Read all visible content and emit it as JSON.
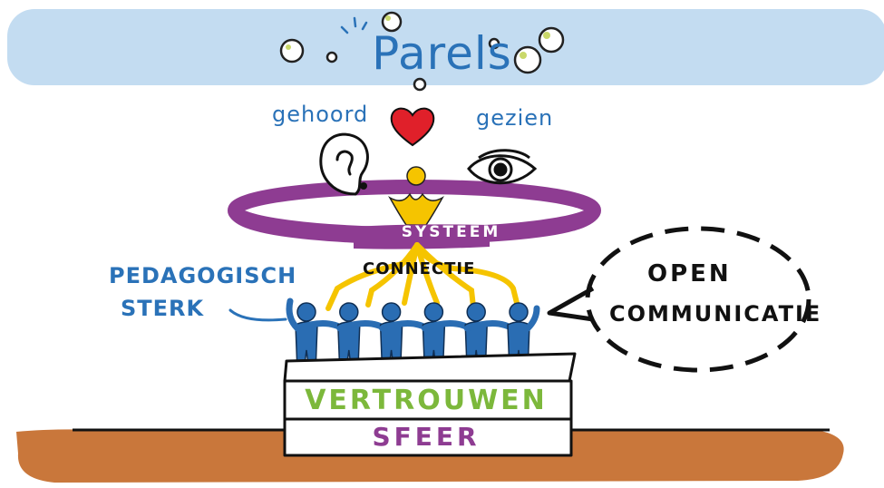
{
  "title": "Parels",
  "labels": {
    "heard": "gehoord",
    "seen": "gezien",
    "system": "SYSTEEM",
    "connection": "CONNECTIE",
    "pedagogic_line1": "PEDAGOGISCH",
    "pedagogic_line2": "STERK",
    "open_line1": "OPEN",
    "open_line2": "COMMUNICATIE",
    "trust": "VERTROUWEN",
    "atmosphere": "SFEER"
  },
  "colors": {
    "banner": "#c3dcf1",
    "blue_text": "#2a72b8",
    "people": "#2a6db3",
    "ring": "#8e3c92",
    "roots": "#f5c400",
    "heart": "#e0202a",
    "ground": "#c9773b",
    "trust": "#7cb83b",
    "atmosphere": "#8e3c92"
  },
  "icons": [
    "pearl-icon",
    "ear-icon",
    "eye-icon",
    "heart-icon"
  ],
  "people_count": 6
}
